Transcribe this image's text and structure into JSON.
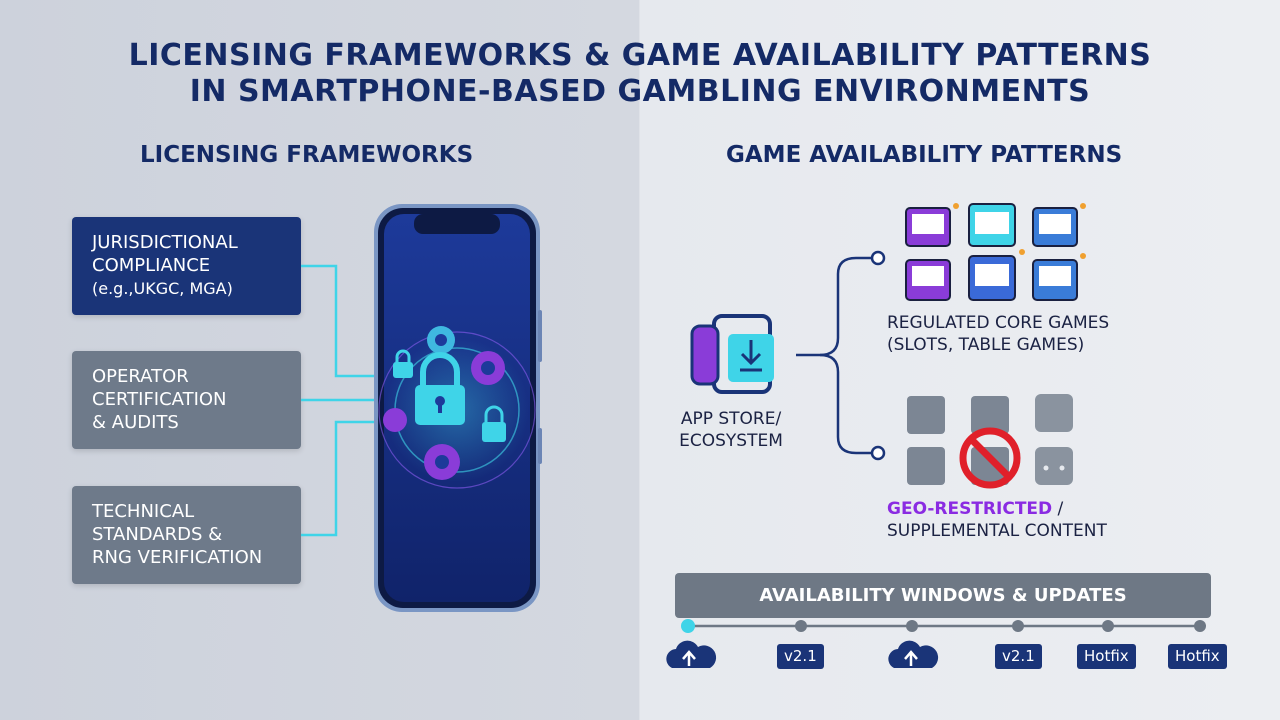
{
  "title": {
    "line1": "LICENSING FRAMEWORKS & GAME AVAILABILITY PATTERNS",
    "line2": "IN SMARTPHONE-BASED GAMBLING ENVIRONMENTS"
  },
  "left": {
    "heading": "LICENSING FRAMEWORKS",
    "boxes": [
      {
        "line1": "JURISDICTIONAL",
        "line2": "COMPLIANCE",
        "line3": "(e.g.,UKGC, MGA)"
      },
      {
        "line1": "OPERATOR",
        "line2": "CERTIFICATION",
        "line3": "& AUDITS"
      },
      {
        "line1": "TECHNICAL",
        "line2": "STANDARDS &",
        "line3": "RNG VERIFICATION"
      }
    ]
  },
  "right": {
    "heading": "GAME AVAILABILITY PATTERNS",
    "store_line1": "APP STORE/",
    "store_line2": "ECOSYSTEM",
    "core_line1": "REGULATED CORE GAMES",
    "core_line2": "(SLOTS, TABLE GAMES)",
    "geo_word": "GEO-RESTRICTED",
    "geo_slash": " /",
    "geo_line2": "SUPPLEMENTAL CONTENT",
    "availability_label": "AVAILABILITY WINDOWS & UPDATES",
    "timeline_tags": [
      "v2.1",
      "v2.1",
      "Hotfix",
      "Hotfix"
    ]
  },
  "colors": {
    "navy": "#1a3478",
    "gray_box": "#6e7a8a",
    "cyan_connector": "#3fd4e8",
    "purple_accent": "#8a2be2",
    "prohibit_red": "#e0202a"
  },
  "icons": [
    "phone-icon",
    "lock-icon",
    "gear-icon",
    "app-download-icon",
    "slot-machine-icon",
    "puzzle-icon",
    "prohibited-icon",
    "cloud-upload-icon"
  ]
}
